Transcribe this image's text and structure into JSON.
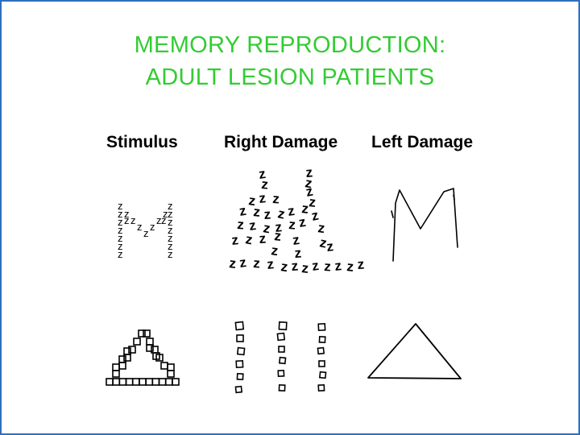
{
  "title": {
    "line1": "MEMORY REPRODUCTION:",
    "line2": "ADULT LESION PATIENTS"
  },
  "columns": {
    "stimulus": "Stimulus",
    "right_damage": "Right Damage",
    "left_damage": "Left Damage"
  },
  "drawing_letter": "z",
  "colors": {
    "title": "#33cc33",
    "border": "#2f6fbf",
    "ink": "#000000"
  }
}
